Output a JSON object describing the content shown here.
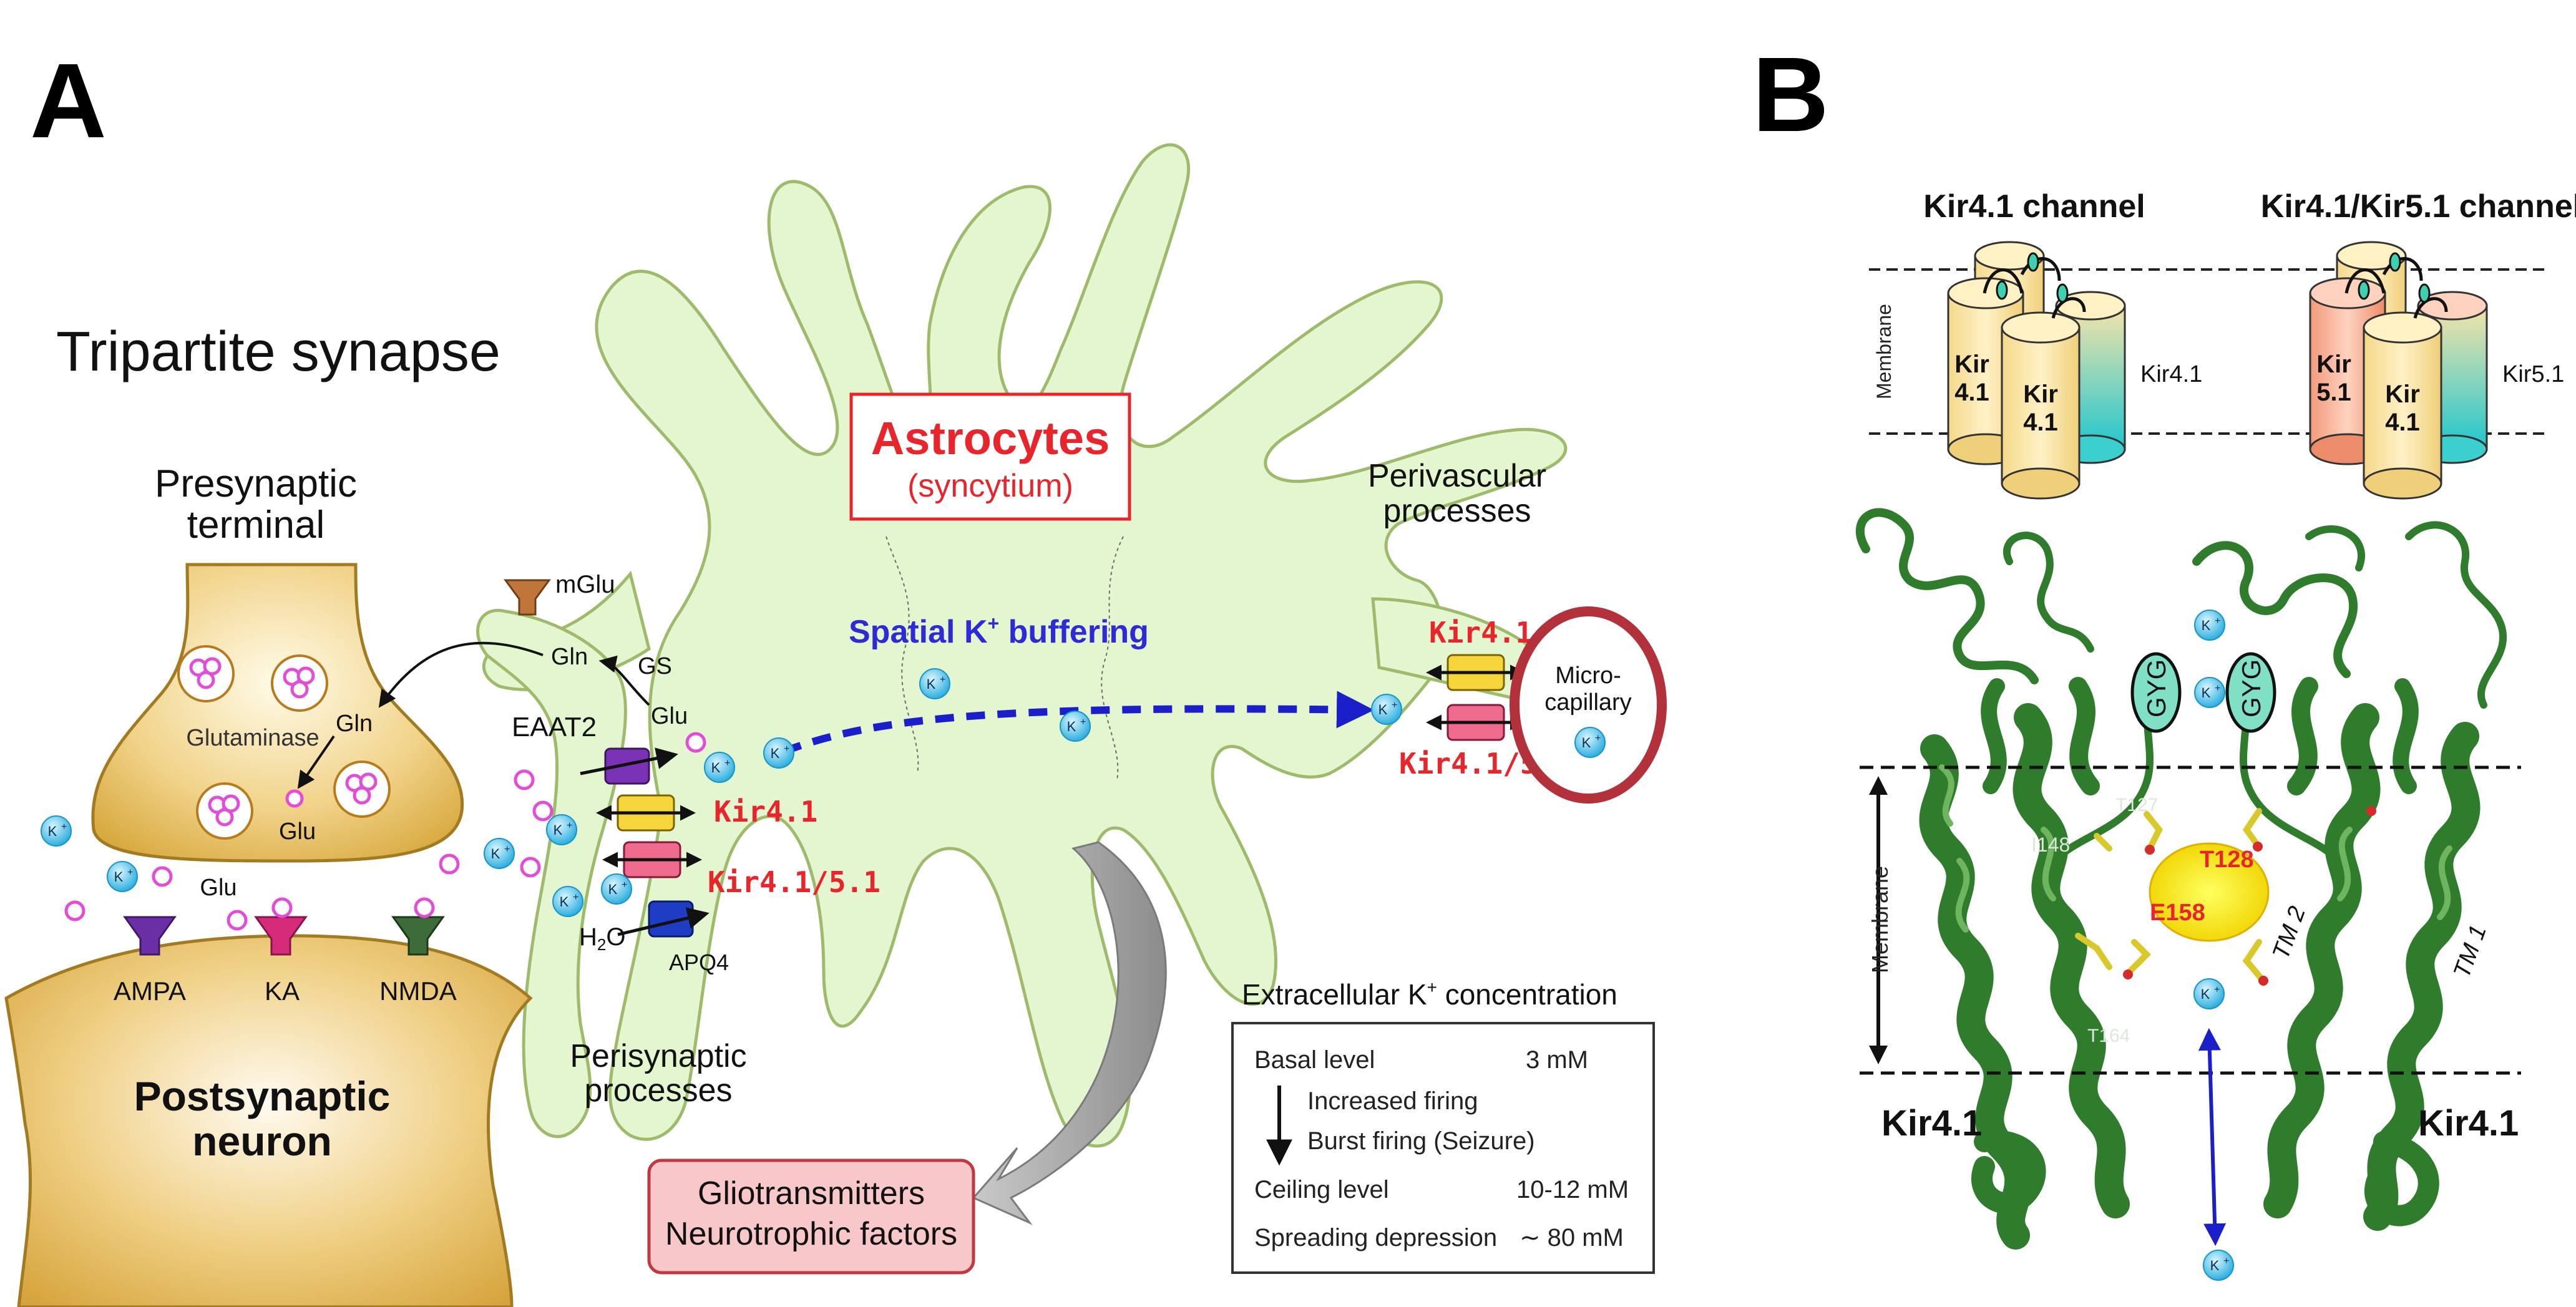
{
  "panels": {
    "a": "A",
    "b": "B"
  },
  "panel_a": {
    "title": "Tripartite synapse",
    "presynaptic": {
      "line1": "Presynaptic",
      "line2": "terminal"
    },
    "glutaminase": "Glutaminase",
    "postsynaptic": {
      "line1": "Postsynaptic",
      "line2": "neuron"
    },
    "glu": "Glu",
    "gln": "Gln",
    "gs": "GS",
    "mglu": "mGlu",
    "eaat2": "EAAT2",
    "receptors": [
      "AMPA",
      "KA",
      "NMDA"
    ],
    "kir41": "Kir4.1",
    "kir4151": "Kir4.1/5.1",
    "h2o_main": "H",
    "h2o_sub": "2",
    "h2o_end": "O",
    "apq4": "APQ4",
    "perisynaptic": {
      "line1": "Perisynaptic",
      "line2": "processes"
    },
    "astro_title": "Astrocytes",
    "astro_sub": "(syncytium)",
    "spatial": "Spatial K",
    "spatial_sup": "+",
    "spatial_end": " buffering",
    "perivascular": {
      "line1": "Perivascular",
      "line2": "processes"
    },
    "capillary": {
      "line1": "Micro-",
      "line2": "capillary"
    },
    "glio": {
      "line1": "Gliotransmitters",
      "line2": "Neurotrophic factors"
    },
    "k_ion": "K",
    "k_sup": "+",
    "conc_table": {
      "title": "Extracellular K",
      "title_sup": "+",
      "title_end": " concentration",
      "basal": "Basal level",
      "basal_val": "3 mM",
      "increased": "Increased firing",
      "burst": "Burst firing (Seizure)",
      "ceiling": "Ceiling level",
      "ceiling_val": "10-12 mM",
      "spreading": "Spreading depression",
      "spreading_val": "∼ 80 mM"
    }
  },
  "panel_b": {
    "kir41_channel": "Kir4.1 channel",
    "kir4151_channel": "Kir4.1/Kir5.1 channel",
    "membrane": "Membrane",
    "kir_word": "Kir",
    "n41": "4.1",
    "n51": "5.1",
    "side41": "Kir4.1",
    "side51": "Kir5.1",
    "gyg": "GYG",
    "residues": {
      "t127": "T127",
      "t128": "T128",
      "e158": "E158",
      "i148": "I148",
      "t164": "T164"
    },
    "tm1": "TM 1",
    "tm2": "TM 2",
    "chain_left": "Kir4.1",
    "chain_right": "Kir4.1"
  },
  "colors": {
    "astro_fill": "#e4f6cf",
    "astro_stroke": "#9dbb6a",
    "neuron_fill": "#e7bf63",
    "red_label": "#e8252b",
    "buffering_blue": "#2e2bd6",
    "ion_cyan": "#27b8e8",
    "helix_green": "#2f7d2c"
  }
}
